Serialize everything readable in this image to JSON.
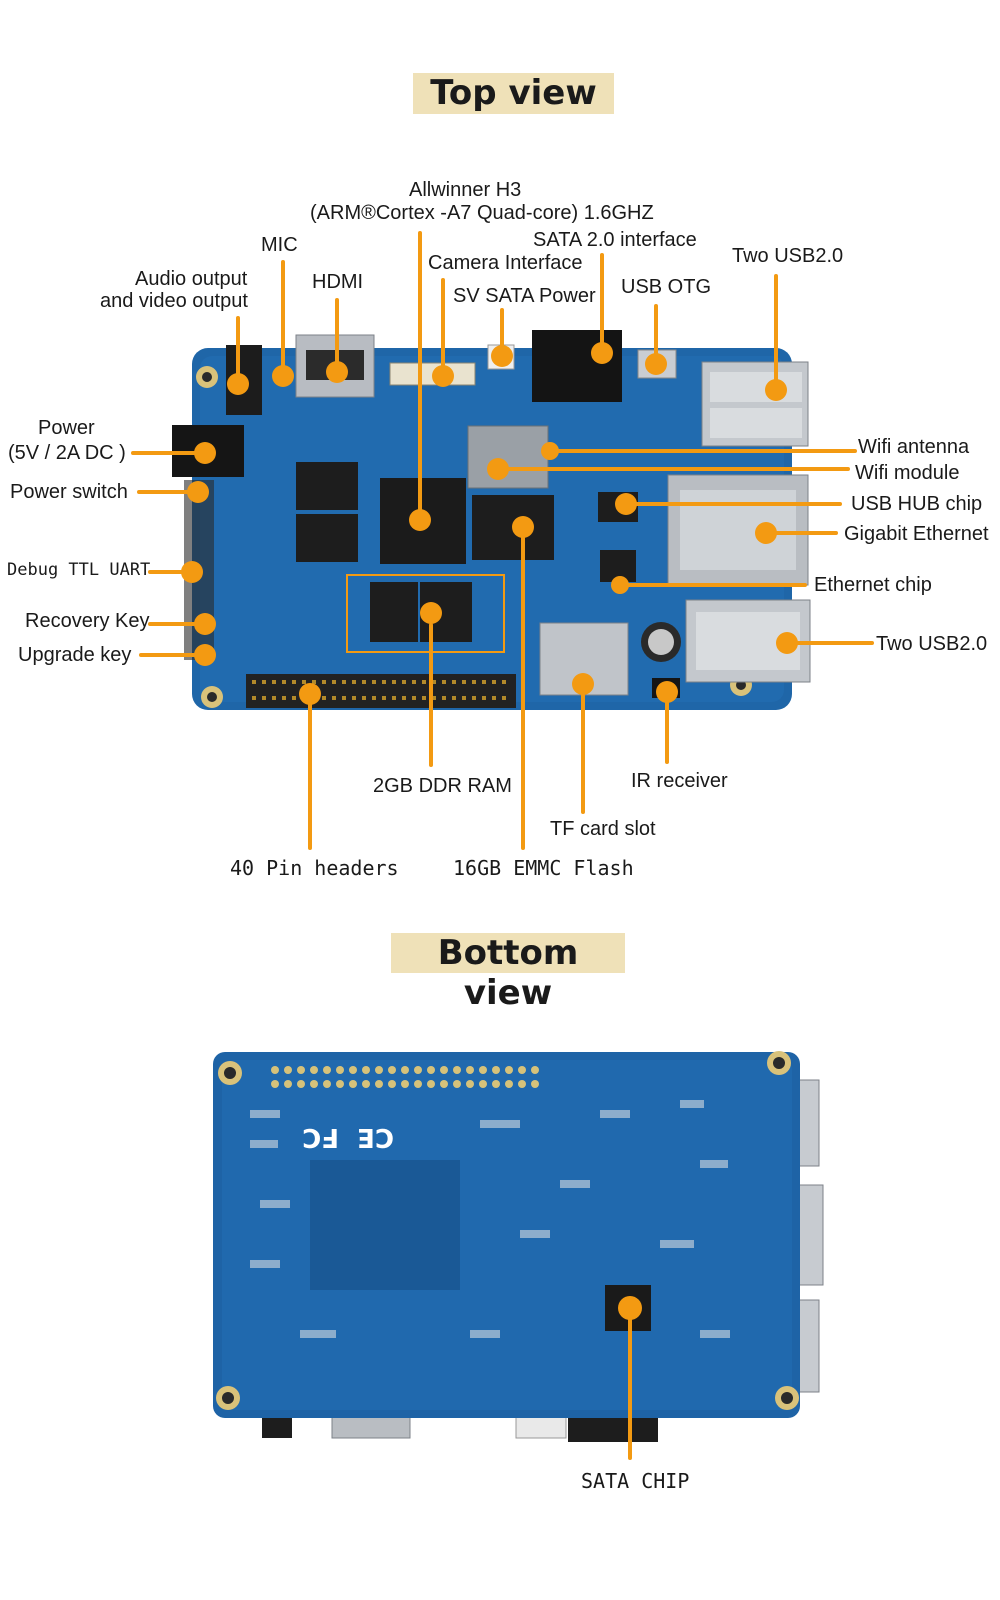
{
  "top_view": {
    "title": "Top view",
    "labels": {
      "allwinner_line1": "Allwinner H3",
      "allwinner_line2": "(ARM®Cortex -A7 Quad-core) 1.6GHZ",
      "sata_interface": "SATA 2.0 interface",
      "mic": "MIC",
      "camera": "Camera Interface",
      "two_usb_top": "Two USB2.0",
      "audio_line1": "Audio output",
      "audio_line2": "and video output",
      "hdmi": "HDMI",
      "sv_sata_power": "SV SATA Power",
      "usb_otg": "USB OTG",
      "power_line1": "Power",
      "power_line2": "(5V / 2A DC )",
      "wifi_antenna": "Wifi antenna",
      "wifi_module": "Wifi module",
      "power_switch": "Power switch",
      "usb_hub": "USB HUB chip",
      "gigabit": "Gigabit Ethernet",
      "debug_uart": "Debug TTL UART",
      "ethernet_chip": "Ethernet chip",
      "recovery_key": "Recovery Key",
      "two_usb_bottom": "Two USB2.0",
      "upgrade_key": "Upgrade key",
      "ir_receiver": "IR receiver",
      "ddr_ram": "2GB DDR RAM",
      "tf_card": "TF card slot",
      "pin_headers": "40 Pin headers",
      "emmc": "16GB EMMC Flash"
    }
  },
  "bottom_view": {
    "title": "Bottom view",
    "labels": {
      "sata_chip": "SATA CHIP"
    }
  },
  "colors": {
    "title_bg": "#efe1b8",
    "callout": "#f39a12",
    "pcb": "#1f66a8",
    "pcb_dark": "#184f86"
  }
}
